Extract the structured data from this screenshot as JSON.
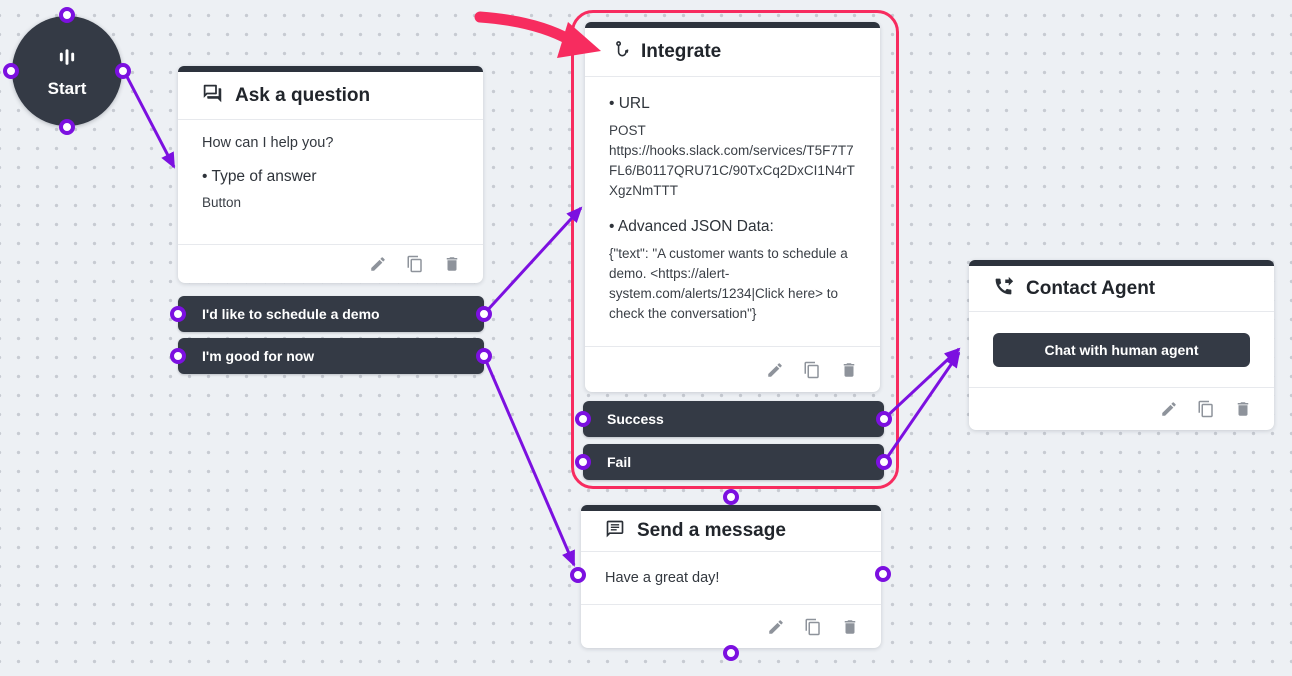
{
  "colors": {
    "accent_purple": "#7C10E0",
    "highlight_pink": "#F72C5F",
    "node_dark": "#343A45",
    "canvas_bg": "#EDF0F4"
  },
  "start": {
    "label": "Start"
  },
  "ask_question": {
    "title": "Ask a question",
    "message": "How can I help you?",
    "answer_type_label": "• Type of answer",
    "answer_type_value": "Button",
    "options": [
      {
        "label": "I'd like to schedule a demo"
      },
      {
        "label": "I'm good for now"
      }
    ]
  },
  "integrate": {
    "title": "Integrate",
    "url_label": "• URL",
    "method": "POST",
    "url": "https://hooks.slack.com/services/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",
    "json_label": "• Advanced JSON Data:",
    "json_value": "{\"text\": \"A customer wants to schedule a demo. <https://alert-system.com/alerts/1234|Click here> to check the conversation\"}",
    "outputs": [
      {
        "label": "Success"
      },
      {
        "label": "Fail"
      }
    ]
  },
  "send_message": {
    "title": "Send a message",
    "message": "Have a great day!"
  },
  "contact_agent": {
    "title": "Contact Agent",
    "button_label": "Chat with human agent"
  }
}
